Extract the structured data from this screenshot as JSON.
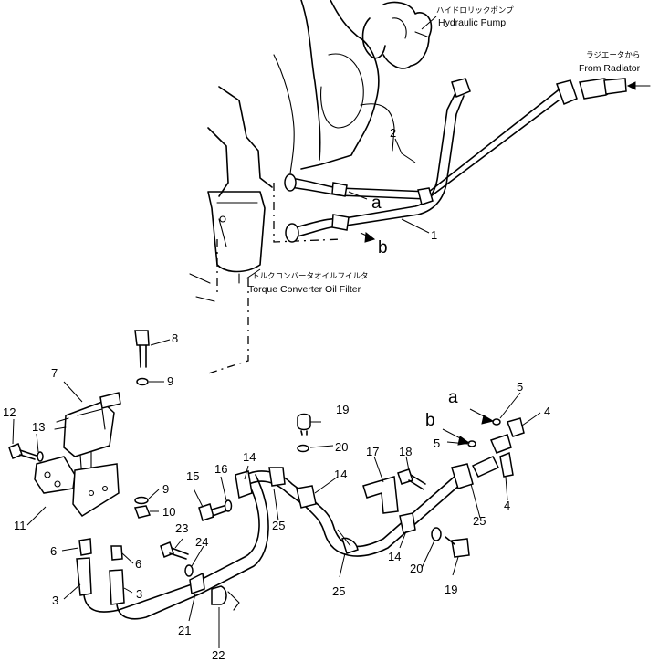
{
  "captions": {
    "hydraulic_pump_jp": "ハイドロリックポンプ",
    "hydraulic_pump_en": "Hydraulic Pump",
    "from_radiator_jp": "ラジエータから",
    "from_radiator_en": "From Radiator",
    "oil_filter_jp": "トルクコンバータオイルフイルタ",
    "oil_filter_en": "Torque Converter Oil Filter"
  },
  "connection_letters": {
    "a_upper": "a",
    "b_upper": "b",
    "a_lower": "a",
    "b_lower": "b"
  },
  "part_numbers": {
    "p1": "1",
    "p2": "2",
    "p3a": "3",
    "p3b": "3",
    "p4a": "4",
    "p4b": "4",
    "p5a": "5",
    "p5b": "5",
    "p6a": "6",
    "p6b": "6",
    "p7": "7",
    "p8": "8",
    "p9a": "9",
    "p9b": "9",
    "p10": "10",
    "p11": "11",
    "p12": "12",
    "p13": "13",
    "p14a": "14",
    "p14b": "14",
    "p14c": "14",
    "p15": "15",
    "p16": "16",
    "p17": "17",
    "p18": "18",
    "p19a": "19",
    "p19b": "19",
    "p20a": "20",
    "p20b": "20",
    "p21": "21",
    "p22": "22",
    "p23": "23",
    "p24": "24",
    "p25a": "25",
    "p25b": "25",
    "p25c": "25"
  }
}
